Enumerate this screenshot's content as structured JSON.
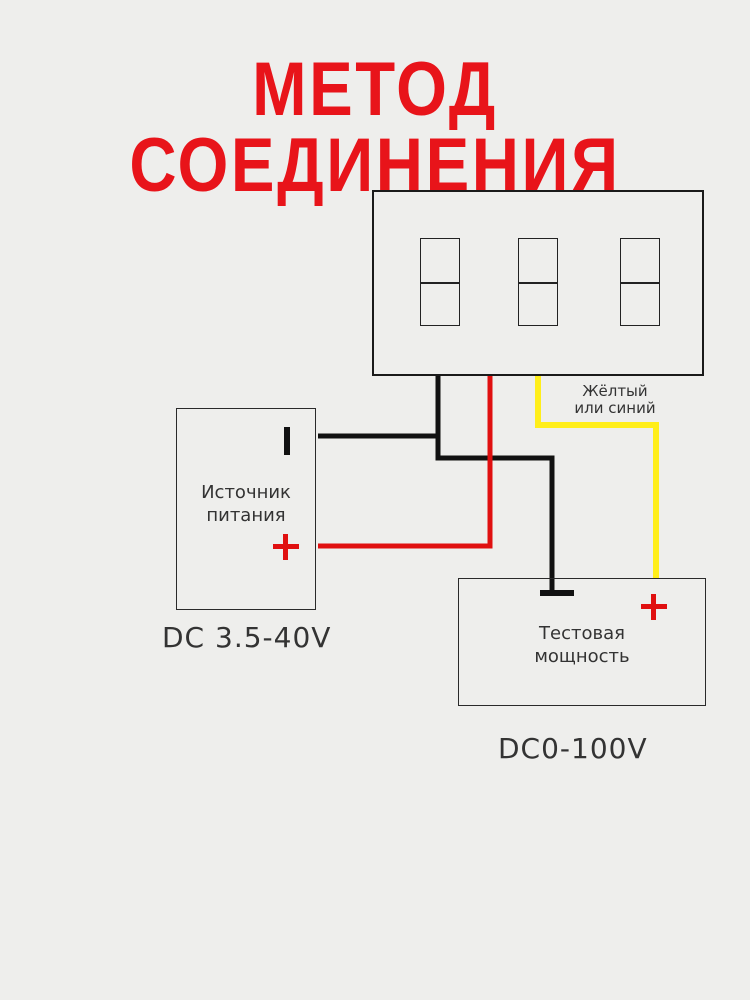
{
  "title": "МЕТОД СОЕДИНЕНИЯ",
  "meter": {
    "digit_count": 3
  },
  "power_source": {
    "label_line1": "Источник",
    "label_line2": "питания",
    "voltage": "DC 3.5-40V"
  },
  "test_load": {
    "label_line1": "Тестовая",
    "label_line2": "мощность",
    "voltage": "DC0-100V"
  },
  "signal_wire": {
    "label_line1": "Жёлтый",
    "label_line2": "или синий"
  },
  "colors": {
    "title": "#e8141a",
    "ground_wire": "#111111",
    "power_wire": "#e01010",
    "signal_wire": "#ffee1a"
  }
}
